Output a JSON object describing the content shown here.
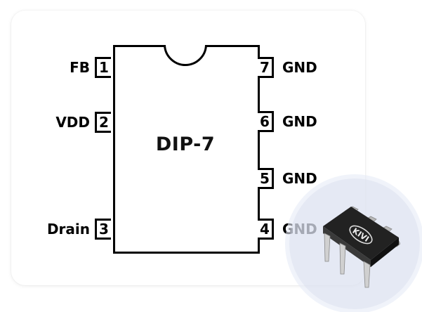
{
  "package": {
    "name": "DIP-7",
    "brand_logo_text": "KIVI"
  },
  "pins": {
    "left": [
      {
        "number": "1",
        "name": "FB"
      },
      {
        "number": "2",
        "name": "VDD"
      },
      {
        "number": "3",
        "name": "Drain"
      }
    ],
    "right": [
      {
        "number": "7",
        "name": "GND"
      },
      {
        "number": "6",
        "name": "GND"
      },
      {
        "number": "5",
        "name": "GND"
      },
      {
        "number": "4",
        "name": "GND"
      }
    ]
  },
  "colors": {
    "outline": "#000000",
    "chip_body": "#1e1e1e",
    "halo": "#dce2f0"
  }
}
